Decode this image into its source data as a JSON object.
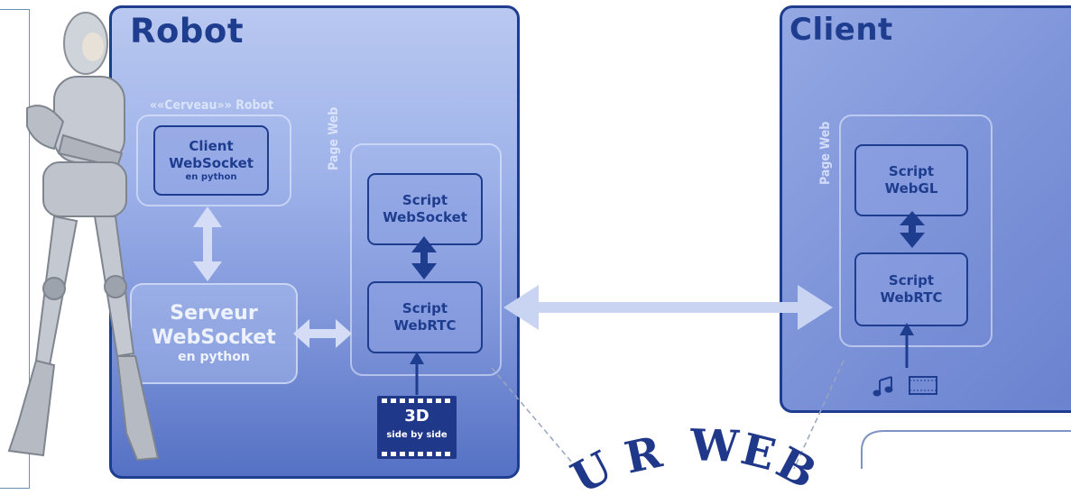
{
  "robot": {
    "title": "Robot",
    "brain_label": "««Cerveau»» Robot",
    "webpage_label": "Page Web",
    "client_ws": {
      "l1": "Client",
      "l2": "WebSocket",
      "l3": "en python"
    },
    "server_ws": {
      "l1": "Serveur",
      "l2": "WebSocket",
      "l3": "en python"
    },
    "script_ws": {
      "l1": "Script",
      "l2": "WebSocket"
    },
    "script_rtc": {
      "l1": "Script",
      "l2": "WebRTC"
    },
    "film": {
      "l1": "3D",
      "l2": "side by side"
    }
  },
  "client": {
    "title": "Client",
    "webpage_label": "Page Web",
    "script_gl": {
      "l1": "Script",
      "l2": "WebGL"
    },
    "script_rtc": {
      "l1": "Script",
      "l2": "WebRTC"
    },
    "media_icons": [
      "music-note-icon",
      "film-strip-icon"
    ]
  },
  "watermark": {
    "letters": [
      "U",
      "R",
      "W",
      "E",
      "B"
    ]
  },
  "colors": {
    "dark_blue": "#1e3d8f",
    "light_arrow": "#c9d4f3",
    "panel_light": "#b9c8f0",
    "panel_dark": "#5571c4"
  }
}
